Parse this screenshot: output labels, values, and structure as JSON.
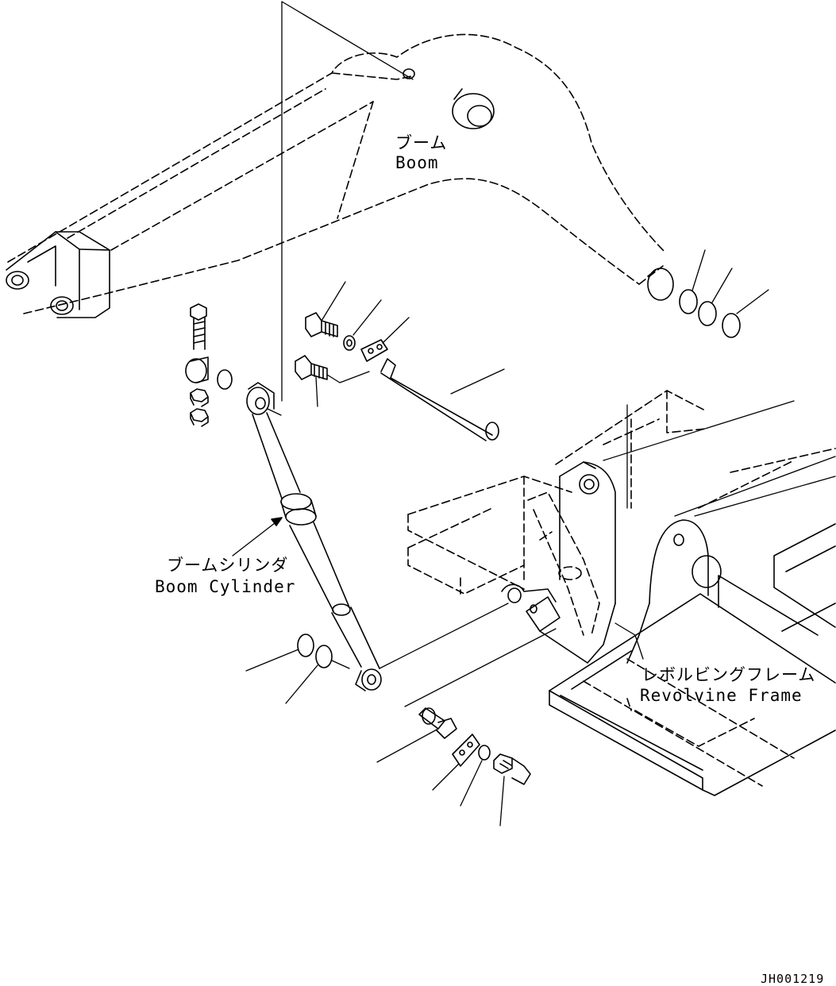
{
  "labels": {
    "boom_jp": "ブーム",
    "boom_en": "Boom",
    "cylinder_jp": "ブームシリンダ",
    "cylinder_en": "Boom Cylinder",
    "frame_jp": "レボルビングフレーム",
    "frame_en": "Revolvine Frame"
  },
  "drawing_code": "JH001219",
  "colors": {
    "line": "#000000",
    "background": "#ffffff"
  }
}
